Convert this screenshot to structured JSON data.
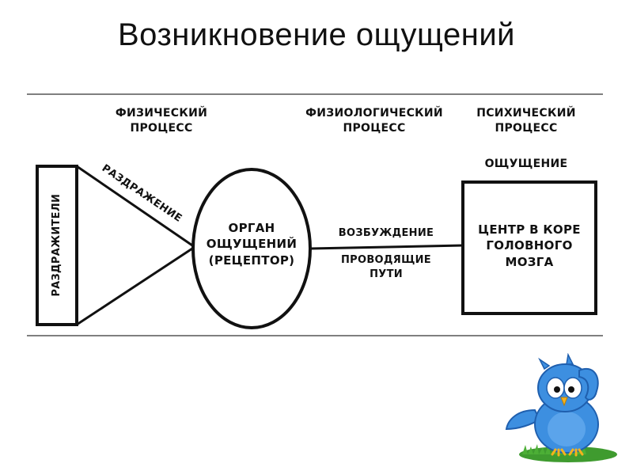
{
  "title": "Возникновение ощущений",
  "diagram": {
    "header_physical": "ФИЗИЧЕСКИЙ\nПРОЦЕСС",
    "header_physiological": "ФИЗИОЛОГИЧЕСКИЙ\nПРОЦЕСС",
    "header_psychic": "ПСИХИЧЕСКИЙ\nПРОЦЕСС",
    "sensation": "ОЩУЩЕНИЕ",
    "stimuli": "РАЗДРАЖИТЕЛИ",
    "irritation": "РАЗДРАЖЕНИЕ",
    "organ": "ОРГАН\nОЩУЩЕНИЙ\n(РЕЦЕПТОР)",
    "excitation": "ВОЗБУЖДЕНИЕ",
    "pathways": "ПРОВОДЯЩИЕ\nПУТИ",
    "center": "ЦЕНТР В КОРЕ\nГОЛОВНОГО\nМОЗГА"
  },
  "colors": {
    "line": "#111111",
    "owl_body": "#3d8fe0",
    "owl_dark": "#1f5fae",
    "grass": "#3f9b2f"
  },
  "mascot_icon": "owl-icon"
}
